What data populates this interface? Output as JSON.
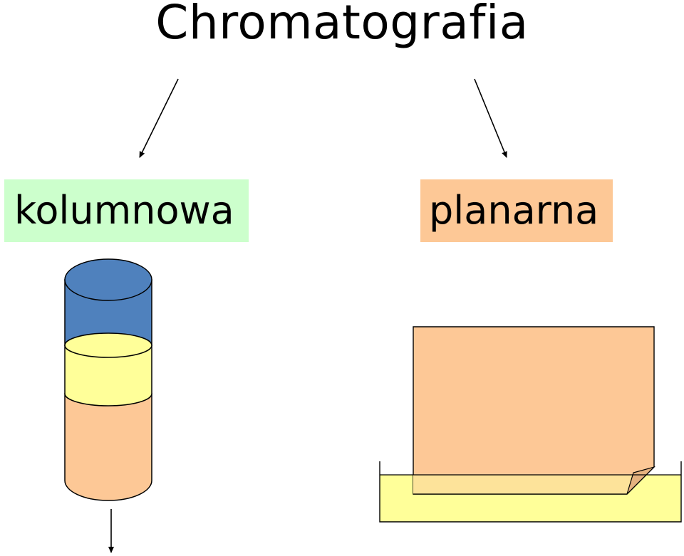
{
  "title": "Chromatografia",
  "branches": [
    {
      "label": "kolumnowa",
      "color": "#ccffcc"
    },
    {
      "label": "planarna",
      "color": "#fdc896"
    }
  ],
  "colors": {
    "column_top": "#4f81bd",
    "column_middle": "#ffff99",
    "column_bottom": "#fdc896",
    "plate": "#fdc896",
    "tank_liquid": "#ffff99",
    "line": "#000000"
  }
}
